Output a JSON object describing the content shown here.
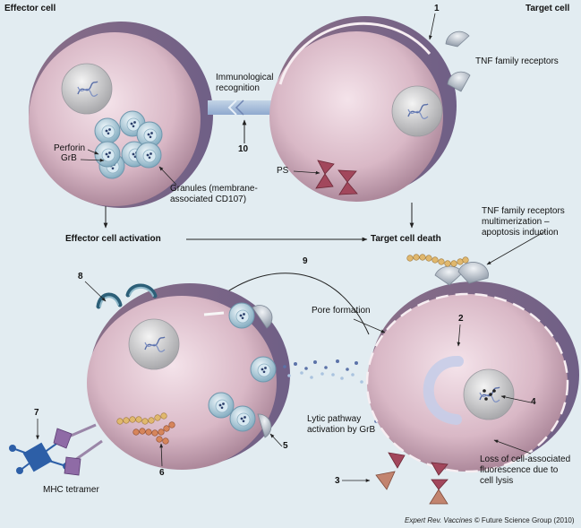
{
  "titles": {
    "effector_cell": "Effector cell",
    "target_cell": "Target cell"
  },
  "labels": {
    "immunological_recognition": [
      "Immunological",
      "recognition"
    ],
    "tnf_family_receptors": "TNF family receptors",
    "perforin": "Perforin",
    "grb": "GrB",
    "granules": [
      "Granules (membrane-",
      "associated CD107)"
    ],
    "ps": "PS",
    "effector_cell_activation": "Effector cell activation",
    "target_cell_death": "Target cell death",
    "tnf_multimerization": [
      "TNF family receptors",
      "multimerization –",
      "apoptosis induction"
    ],
    "pore_formation": "Pore formation",
    "lytic_pathway": [
      "Lytic pathway",
      "activation by GrB"
    ],
    "mhc_tetramer": "MHC tetramer",
    "loss_fluorescence": [
      "Loss of cell-associated",
      "fluorescence due to",
      "cell lysis"
    ]
  },
  "numbers": {
    "n1": "1",
    "n2": "2",
    "n3": "3",
    "n4": "4",
    "n5": "5",
    "n6": "6",
    "n7": "7",
    "n8": "8",
    "n9": "9",
    "n10": "10"
  },
  "credit": {
    "journal": "Expert Rev. Vaccines",
    "rest": " © Future Science Group (2010)"
  }
}
